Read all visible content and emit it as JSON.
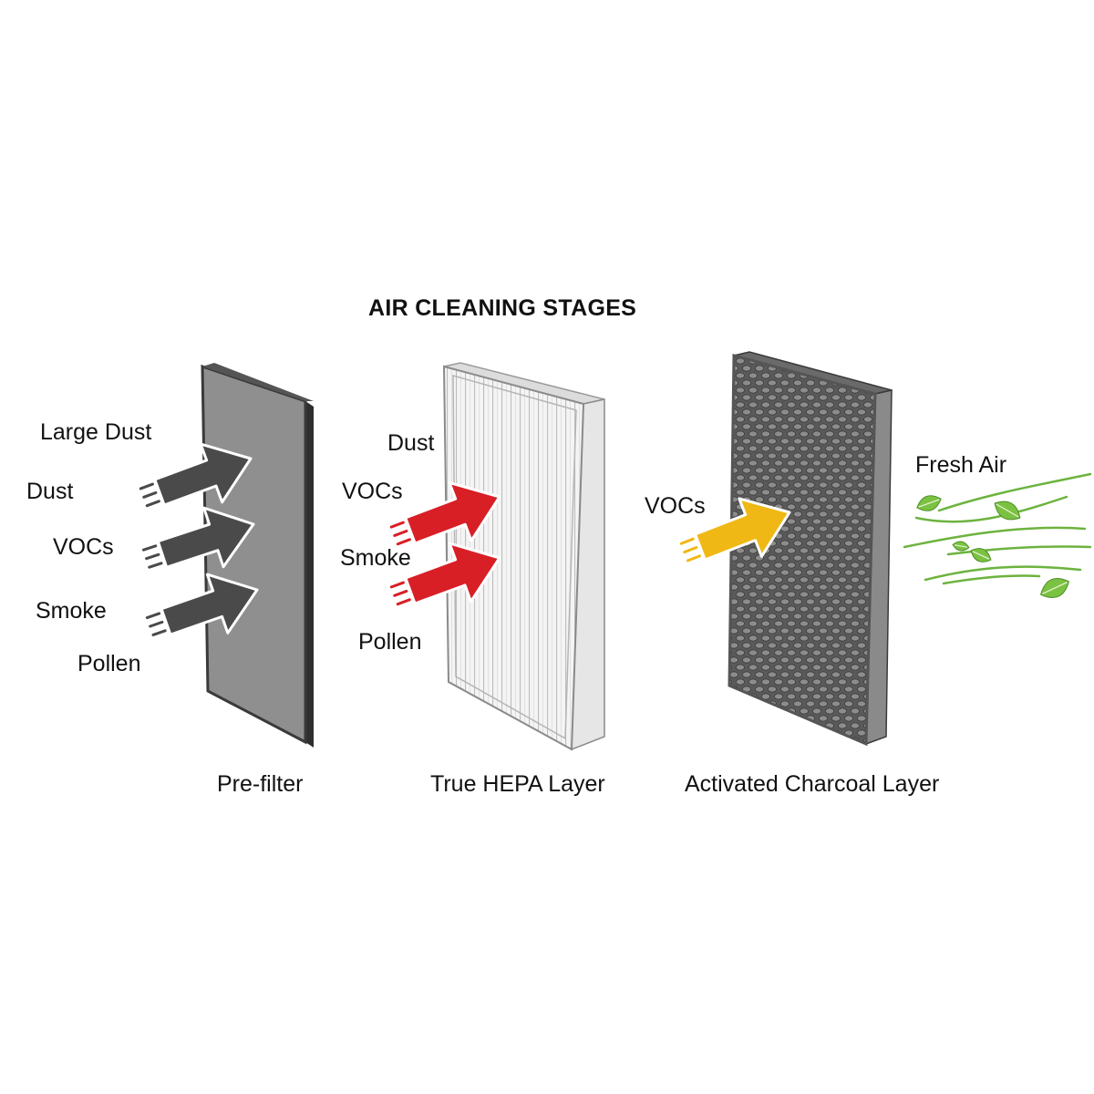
{
  "title": "AIR CLEANING STAGES",
  "stages": [
    {
      "caption": "Pre-filter",
      "pollutants": [
        "Large Dust",
        "Dust",
        "VOCs",
        "Smoke",
        "Pollen"
      ]
    },
    {
      "caption": "True HEPA Layer",
      "pollutants": [
        "Dust",
        "VOCs",
        "Smoke",
        "Pollen"
      ]
    },
    {
      "caption": "Activated Charcoal Layer",
      "pollutants": [
        "VOCs"
      ]
    }
  ],
  "output_label": "Fresh Air",
  "colors": {
    "prefilter_face": "#8f8f8f",
    "prefilter_edge": "#3a3a3a",
    "prefilter_arrow": "#4a4a4a",
    "hepa_face": "#f2f2f2",
    "hepa_pleat": "#c9c9c9",
    "hepa_arrow": "#d81f26",
    "charcoal_face": "#6e6e6e",
    "charcoal_arrow": "#f0b815",
    "fresh_air": "#6db33f",
    "leaf": "#7cc242"
  },
  "icons": {
    "arrow": "arrow-icon",
    "leaf": "leaf-icon"
  }
}
